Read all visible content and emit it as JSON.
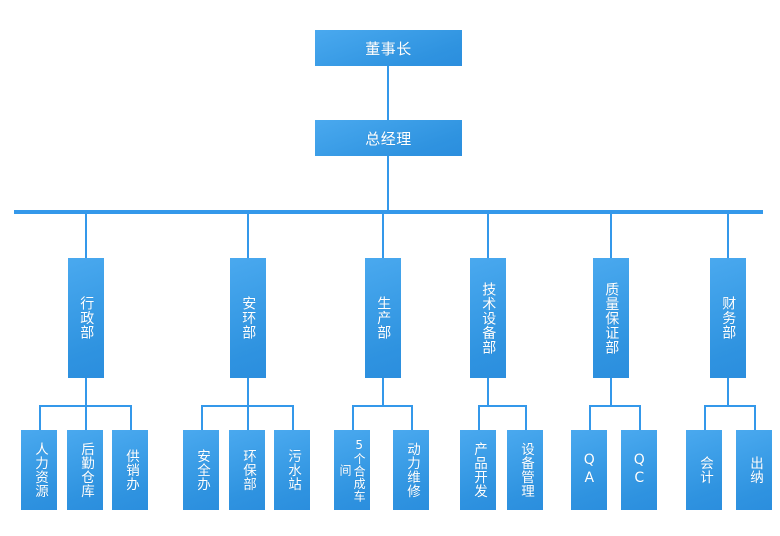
{
  "chart": {
    "title_text": "",
    "type": "organization-chart",
    "accent_color": "#3498ea",
    "box_gradient_from": "#4aa9ef",
    "box_gradient_to": "#2b8ede",
    "box_text_color": "#ffffff",
    "background_color": "#ffffff"
  },
  "top": {
    "chairman": "董事长",
    "general_manager": "总经理"
  },
  "departments": [
    {
      "label": "行政部"
    },
    {
      "label": "安环部"
    },
    {
      "label": "生产部"
    },
    {
      "label": "技术设备部"
    },
    {
      "label": "质量保证部"
    },
    {
      "label": "财务部"
    }
  ],
  "units": {
    "administration": [
      {
        "label": "人力资源"
      },
      {
        "label": "后勤仓库"
      },
      {
        "label": "供销办"
      }
    ],
    "safety_environment": [
      {
        "label": "安全办"
      },
      {
        "label": "环保部"
      },
      {
        "label": "污水站"
      }
    ],
    "production": [
      {
        "label": "5个合成车间"
      },
      {
        "label": "动力维修"
      }
    ],
    "technology_equipment": [
      {
        "label": "产品开发"
      },
      {
        "label": "设备管理"
      }
    ],
    "quality_assurance": [
      {
        "label": "QA"
      },
      {
        "label": "QC"
      }
    ],
    "finance": [
      {
        "label": "会计"
      },
      {
        "label": "出纳"
      }
    ]
  }
}
